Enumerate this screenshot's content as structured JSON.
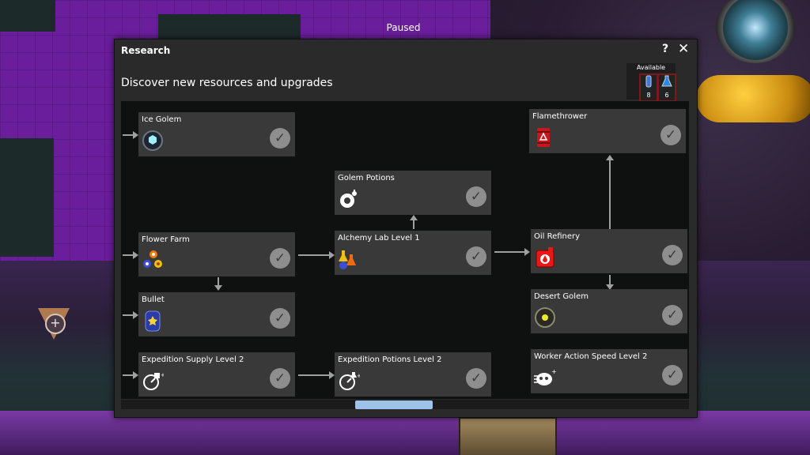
{
  "status": {
    "paused": "Paused"
  },
  "panel": {
    "title": "Research",
    "subtitle": "Discover new resources and upgrades",
    "help_label": "?",
    "close_label": "✕"
  },
  "available": {
    "label": "Available",
    "resources": [
      {
        "icon": "blue-flask-icon",
        "count": "8"
      },
      {
        "icon": "round-flask-icon",
        "count": "6"
      }
    ]
  },
  "nodes": {
    "ice_golem": {
      "name": "Ice Golem",
      "icon": "ice-golem-icon",
      "completed": true
    },
    "flower_farm": {
      "name": "Flower Farm",
      "icon": "flower-icon",
      "completed": true
    },
    "bullet": {
      "name": "Bullet",
      "icon": "bullet-icon",
      "completed": true
    },
    "expedition_supply": {
      "name": "Expedition Supply Level 2",
      "icon": "expedition-supply-icon",
      "completed": true
    },
    "golem_potions": {
      "name": "Golem Potions",
      "icon": "golem-potions-icon",
      "completed": true
    },
    "alchemy_lab": {
      "name": "Alchemy Lab Level 1",
      "icon": "alchemy-lab-icon",
      "completed": true
    },
    "expedition_potions": {
      "name": "Expedition Potions Level 2",
      "icon": "expedition-potions-icon",
      "completed": true
    },
    "flamethrower": {
      "name": "Flamethrower",
      "icon": "flamethrower-icon",
      "completed": true
    },
    "oil_refinery": {
      "name": "Oil Refinery",
      "icon": "oil-icon",
      "completed": true
    },
    "desert_golem": {
      "name": "Desert Golem",
      "icon": "desert-golem-icon",
      "completed": true
    },
    "worker_speed": {
      "name": "Worker Action Speed Level 2",
      "icon": "worker-speed-icon",
      "completed": true
    }
  },
  "check_glyph": "✓",
  "plus_glyph": "+"
}
